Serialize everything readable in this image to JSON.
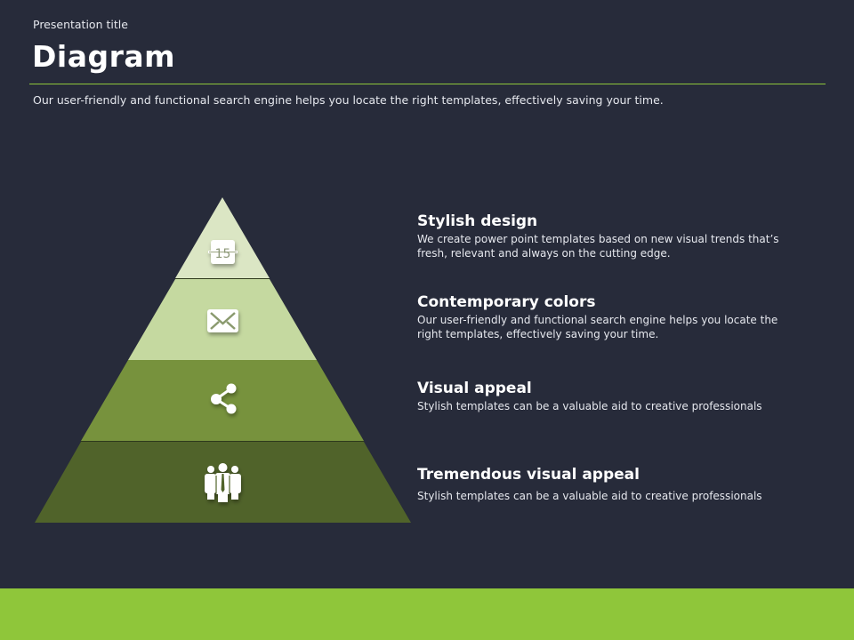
{
  "header": {
    "subtitle": "Presentation title",
    "title": "Diagram",
    "description": "Our user-friendly and functional search engine helps you locate the right templates, effectively saving your time."
  },
  "colors": {
    "background": "#272b3a",
    "accent": "#8fc63a",
    "level_1": "#dbe6c4",
    "level_2": "#c5d9a0",
    "level_3": "#77923d",
    "level_4": "#50632a"
  },
  "pyramid": {
    "levels": [
      {
        "icon": "calendar-icon",
        "icon_text": "15"
      },
      {
        "icon": "envelope-icon"
      },
      {
        "icon": "share-icon"
      },
      {
        "icon": "team-icon"
      }
    ]
  },
  "items": [
    {
      "heading": "Stylish design",
      "text": "We create power point templates based on new visual trends that’s fresh, relevant and always on the cutting edge."
    },
    {
      "heading": "Contemporary colors",
      "text": "Our user-friendly and functional search engine helps you locate the right templates, effectively saving your time."
    },
    {
      "heading": "Visual appeal",
      "text": "Stylish templates can be a valuable aid to creative professionals"
    },
    {
      "heading": "Tremendous visual appeal",
      "text": "Stylish templates can be a valuable aid to creative professionals"
    }
  ]
}
